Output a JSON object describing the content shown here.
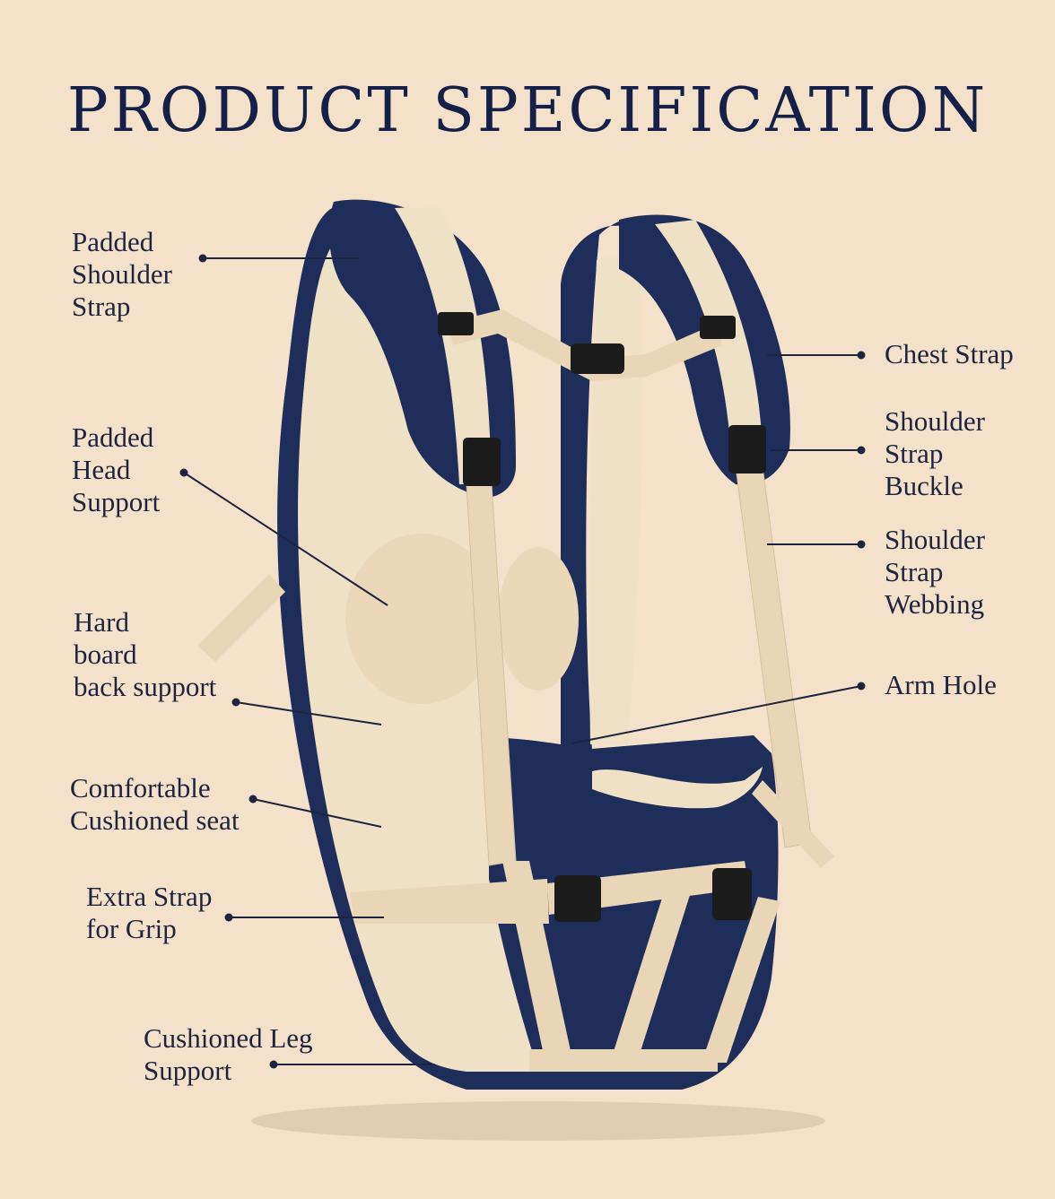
{
  "title": "PRODUCT SPECIFICATION",
  "colors": {
    "background": "#f4e1ca",
    "navy": "#1f2d5a",
    "cream": "#efe1c6",
    "webbing": "#e8d6b6",
    "buckle": "#1c1c1c",
    "text": "#1d2440"
  },
  "labels": {
    "padded_shoulder_strap": "Padded\nShoulder\nStrap",
    "padded_head_support": "Padded\nHead\nSupport",
    "hard_board_back_support": "Hard\nboard\nback support",
    "comfortable_cushioned_seat": "Comfortable\nCushioned seat",
    "extra_strap_for_grip": "Extra Strap\nfor Grip",
    "cushioned_leg_support": "Cushioned Leg\nSupport",
    "chest_strap": "Chest Strap",
    "shoulder_strap_buckle": "Shoulder\nStrap\nBuckle",
    "shoulder_strap_webbing": "Shoulder\nStrap\nWebbing",
    "arm_hole": "Arm Hole"
  }
}
